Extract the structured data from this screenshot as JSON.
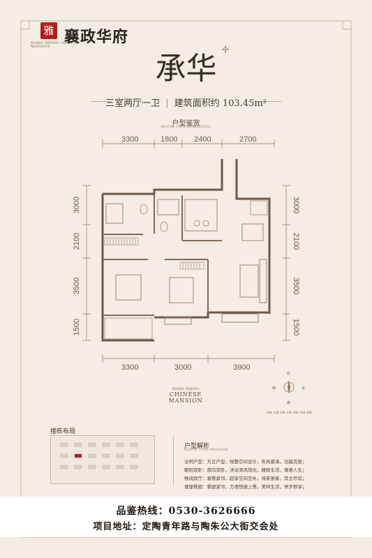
{
  "header": {
    "logo_char": "雅",
    "logo_sub": "XIANG ZHENG CHINESE MANSION",
    "brand": "襄政华府",
    "title": "承华"
  },
  "unit": {
    "summary": "三室两厅一卫",
    "area": "建筑面积约 103.45m²",
    "plan_title": "户型鉴赏",
    "plan_subtitle": "HOUSE TYPE REMODLING"
  },
  "dimensions": {
    "top": [
      "3300",
      "1800",
      "2400",
      "2700"
    ],
    "bottom": [
      "3300",
      "3000",
      "3900"
    ],
    "left": [
      "3000",
      "2100",
      "3500",
      "1500"
    ],
    "right": [
      "3000",
      "2100",
      "3500",
      "1500"
    ]
  },
  "mansion": {
    "line1": "XIANG ZHENG",
    "line2": "CHINESE MANSION"
  },
  "compass": {
    "north": "北",
    "south": "南",
    "east": "东",
    "west": "西"
  },
  "scale_text": "0M  1M  2M  3M  4M  5M  6M",
  "site_map_label": "楼栋布局",
  "analysis": {
    "title": "户型解析",
    "subtitle": "HOUSE TYPE ANALYSIS",
    "lines": [
      "全明户型：方正户型，规整空间设计，布局紧凑，功能完善；",
      "朝阳双卧：南向双卧，沐浴清风阳光，雅致生活，惬意人生；",
      "畅阔双厅：客餐紧邻，超享空间互补，待家宴客，宾主尽欢；",
      "便捷餐厨：餐厨紧邻，方便快捷上餐，美味生活，举步即享；"
    ]
  },
  "footer": {
    "hotline": "品鉴热线：0530-3626666",
    "address": "项目地址：定陶青年路与陶朱公大街交会处"
  }
}
